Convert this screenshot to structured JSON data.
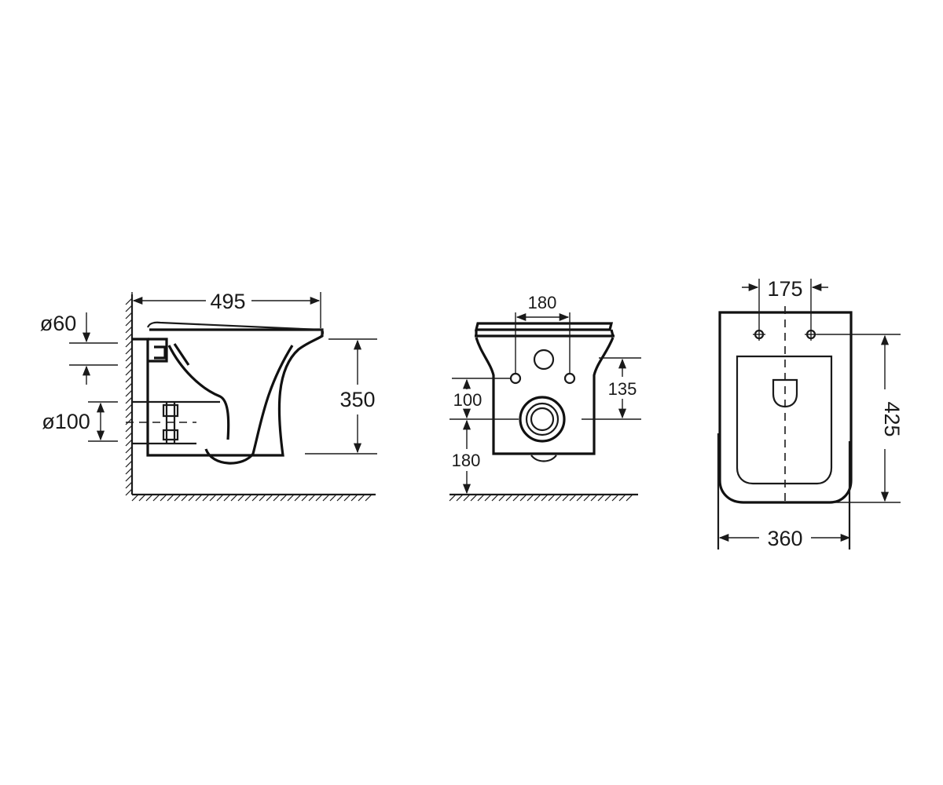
{
  "side_view": {
    "length": "495",
    "height": "350",
    "inlet_diameter": "ø60",
    "outlet_diameter": "ø100"
  },
  "rear_view": {
    "bolt_spacing": "180",
    "bolt_to_outlet": "100",
    "outlet_height": "180",
    "inlet_to_outlet": "135"
  },
  "top_view": {
    "hole_spacing": "175",
    "depth": "425",
    "width": "360"
  }
}
